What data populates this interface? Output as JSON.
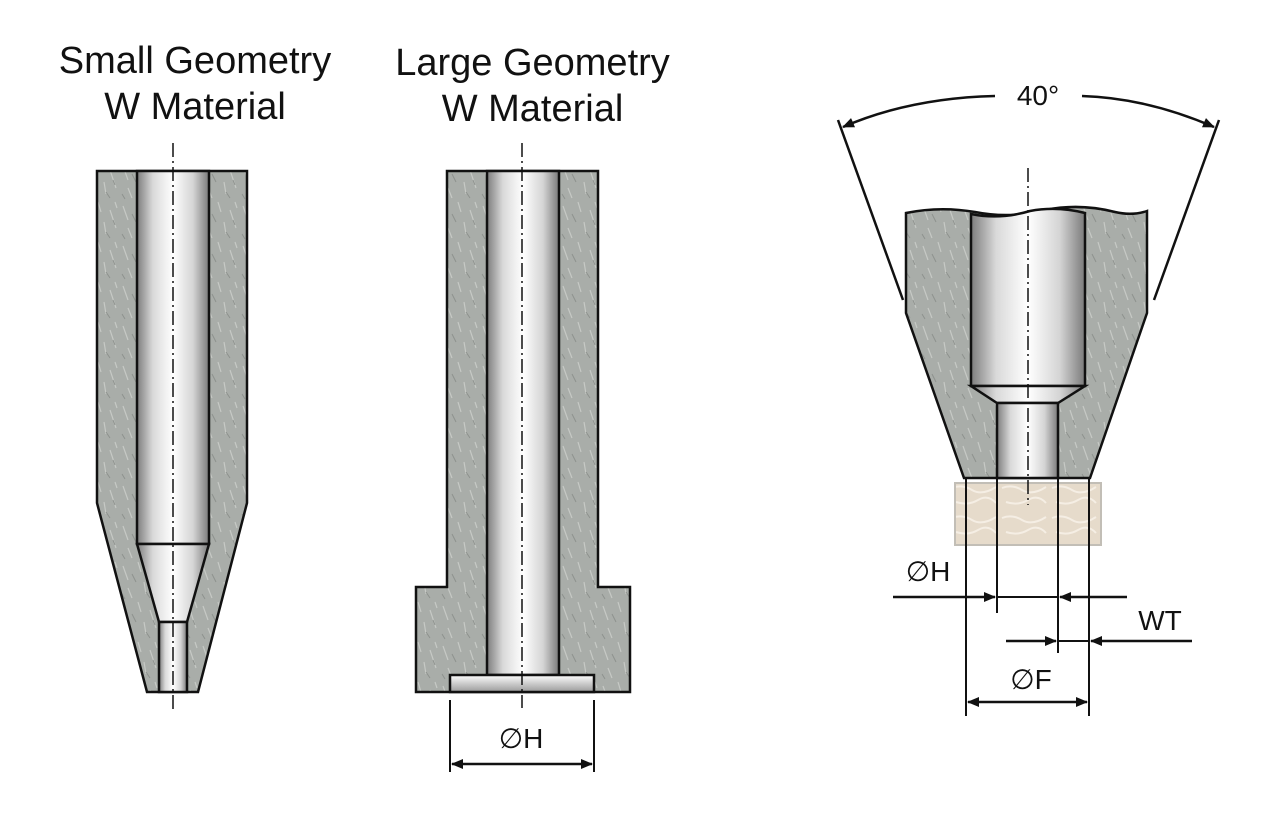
{
  "titles": {
    "small": {
      "line1": "Small Geometry",
      "line2": "W Material"
    },
    "large": {
      "line1": "Large Geometry",
      "line2": "W Material"
    }
  },
  "dimensions": {
    "large_bore": "∅H",
    "angle": "40°",
    "tip_bore": "∅H",
    "wall": "WT",
    "face": "∅F"
  },
  "colors": {
    "material": "#a8aca8",
    "outline": "#111111",
    "workpiece": "#dccdb8"
  }
}
